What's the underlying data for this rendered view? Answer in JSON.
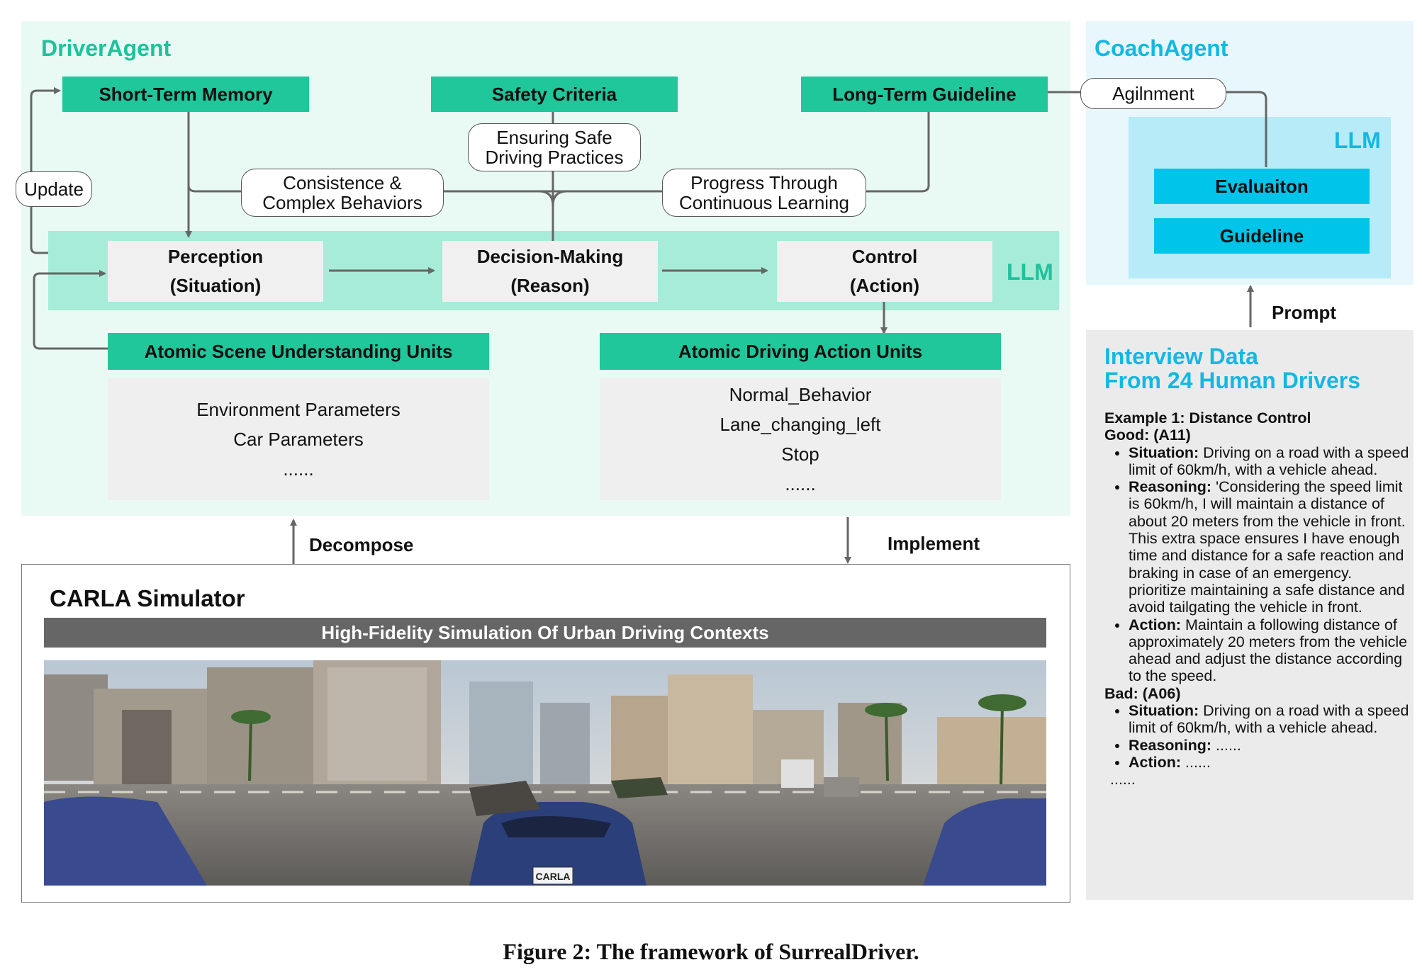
{
  "driver_agent": {
    "title": "DriverAgent",
    "llm_label": "LLM",
    "short_term_memory": "Short-Term Memory",
    "safety_criteria": "Safety Criteria",
    "long_term_guideline": "Long-Term Guideline",
    "update_label": "Update",
    "ensuring_line1": "Ensuring Safe",
    "ensuring_line2": "Driving Practices",
    "consistence_line1": "Consistence &",
    "consistence_line2": "Complex Behaviors",
    "progress_line1": "Progress Through",
    "progress_line2": "Continuous Learning",
    "perception_line1": "Perception",
    "perception_line2": "(Situation)",
    "decision_line1": "Decision-Making",
    "decision_line2": "(Reason)",
    "control_line1": "Control",
    "control_line2": "(Action)",
    "scene_units_title": "Atomic Scene Understanding Units",
    "scene_units_items": [
      "Environment Parameters",
      "Car Parameters",
      "......"
    ],
    "action_units_title": "Atomic Driving Action Units",
    "action_units_items": [
      "Normal_Behavior",
      "Lane_changing_left",
      "Stop",
      "......"
    ]
  },
  "coach_agent": {
    "title": "CoachAgent",
    "llm_label": "LLM",
    "alignment_label": "Agilnment",
    "evaluation": "Evaluaiton",
    "guideline": "Guideline",
    "prompt_label": "Prompt"
  },
  "edges": {
    "decompose": "Decompose",
    "implement": "Implement"
  },
  "carla": {
    "title": "CARLA Simulator",
    "banner": "High-Fidelity Simulation Of Urban Driving Contexts",
    "plate": "CARLA"
  },
  "interview": {
    "title_line1": "Interview Data",
    "title_line2": "From 24 Human Drivers",
    "example_title": "Example 1: Distance Control",
    "good_label": "Good: (A11)",
    "good_items": [
      {
        "label": "Situation:",
        "text": " Driving on a road with a speed limit of 60km/h, with a vehicle ahead."
      },
      {
        "label": "Reasoning:",
        "text": " 'Considering the speed limit is 60km/h, I will maintain a distance of about 20 meters from the vehicle in front. This extra space ensures I have enough time and distance for a safe reaction and braking in case of an emergency. prioritize maintaining a safe distance and avoid tailgating the vehicle in front."
      },
      {
        "label": "Action:",
        "text": " Maintain a following distance of approximately 20 meters from the vehicle ahead and adjust the distance according to the speed."
      }
    ],
    "bad_label": "Bad: (A06)",
    "bad_items": [
      {
        "label": "Situation:",
        "text": " Driving on a road with a speed limit of 60km/h, with a vehicle ahead."
      },
      {
        "label": "Reasoning:",
        "text": "  ......"
      },
      {
        "label": "Action:",
        "text": "  ......"
      }
    ],
    "ellipsis": "......"
  },
  "caption": "Figure 2: The framework of SurrealDriver.",
  "colors": {
    "driver_green": "#1fc79b",
    "coach_cyan": "#00c4ea",
    "llm_band": "#a6ecd9",
    "arrow_gray": "#666666"
  }
}
